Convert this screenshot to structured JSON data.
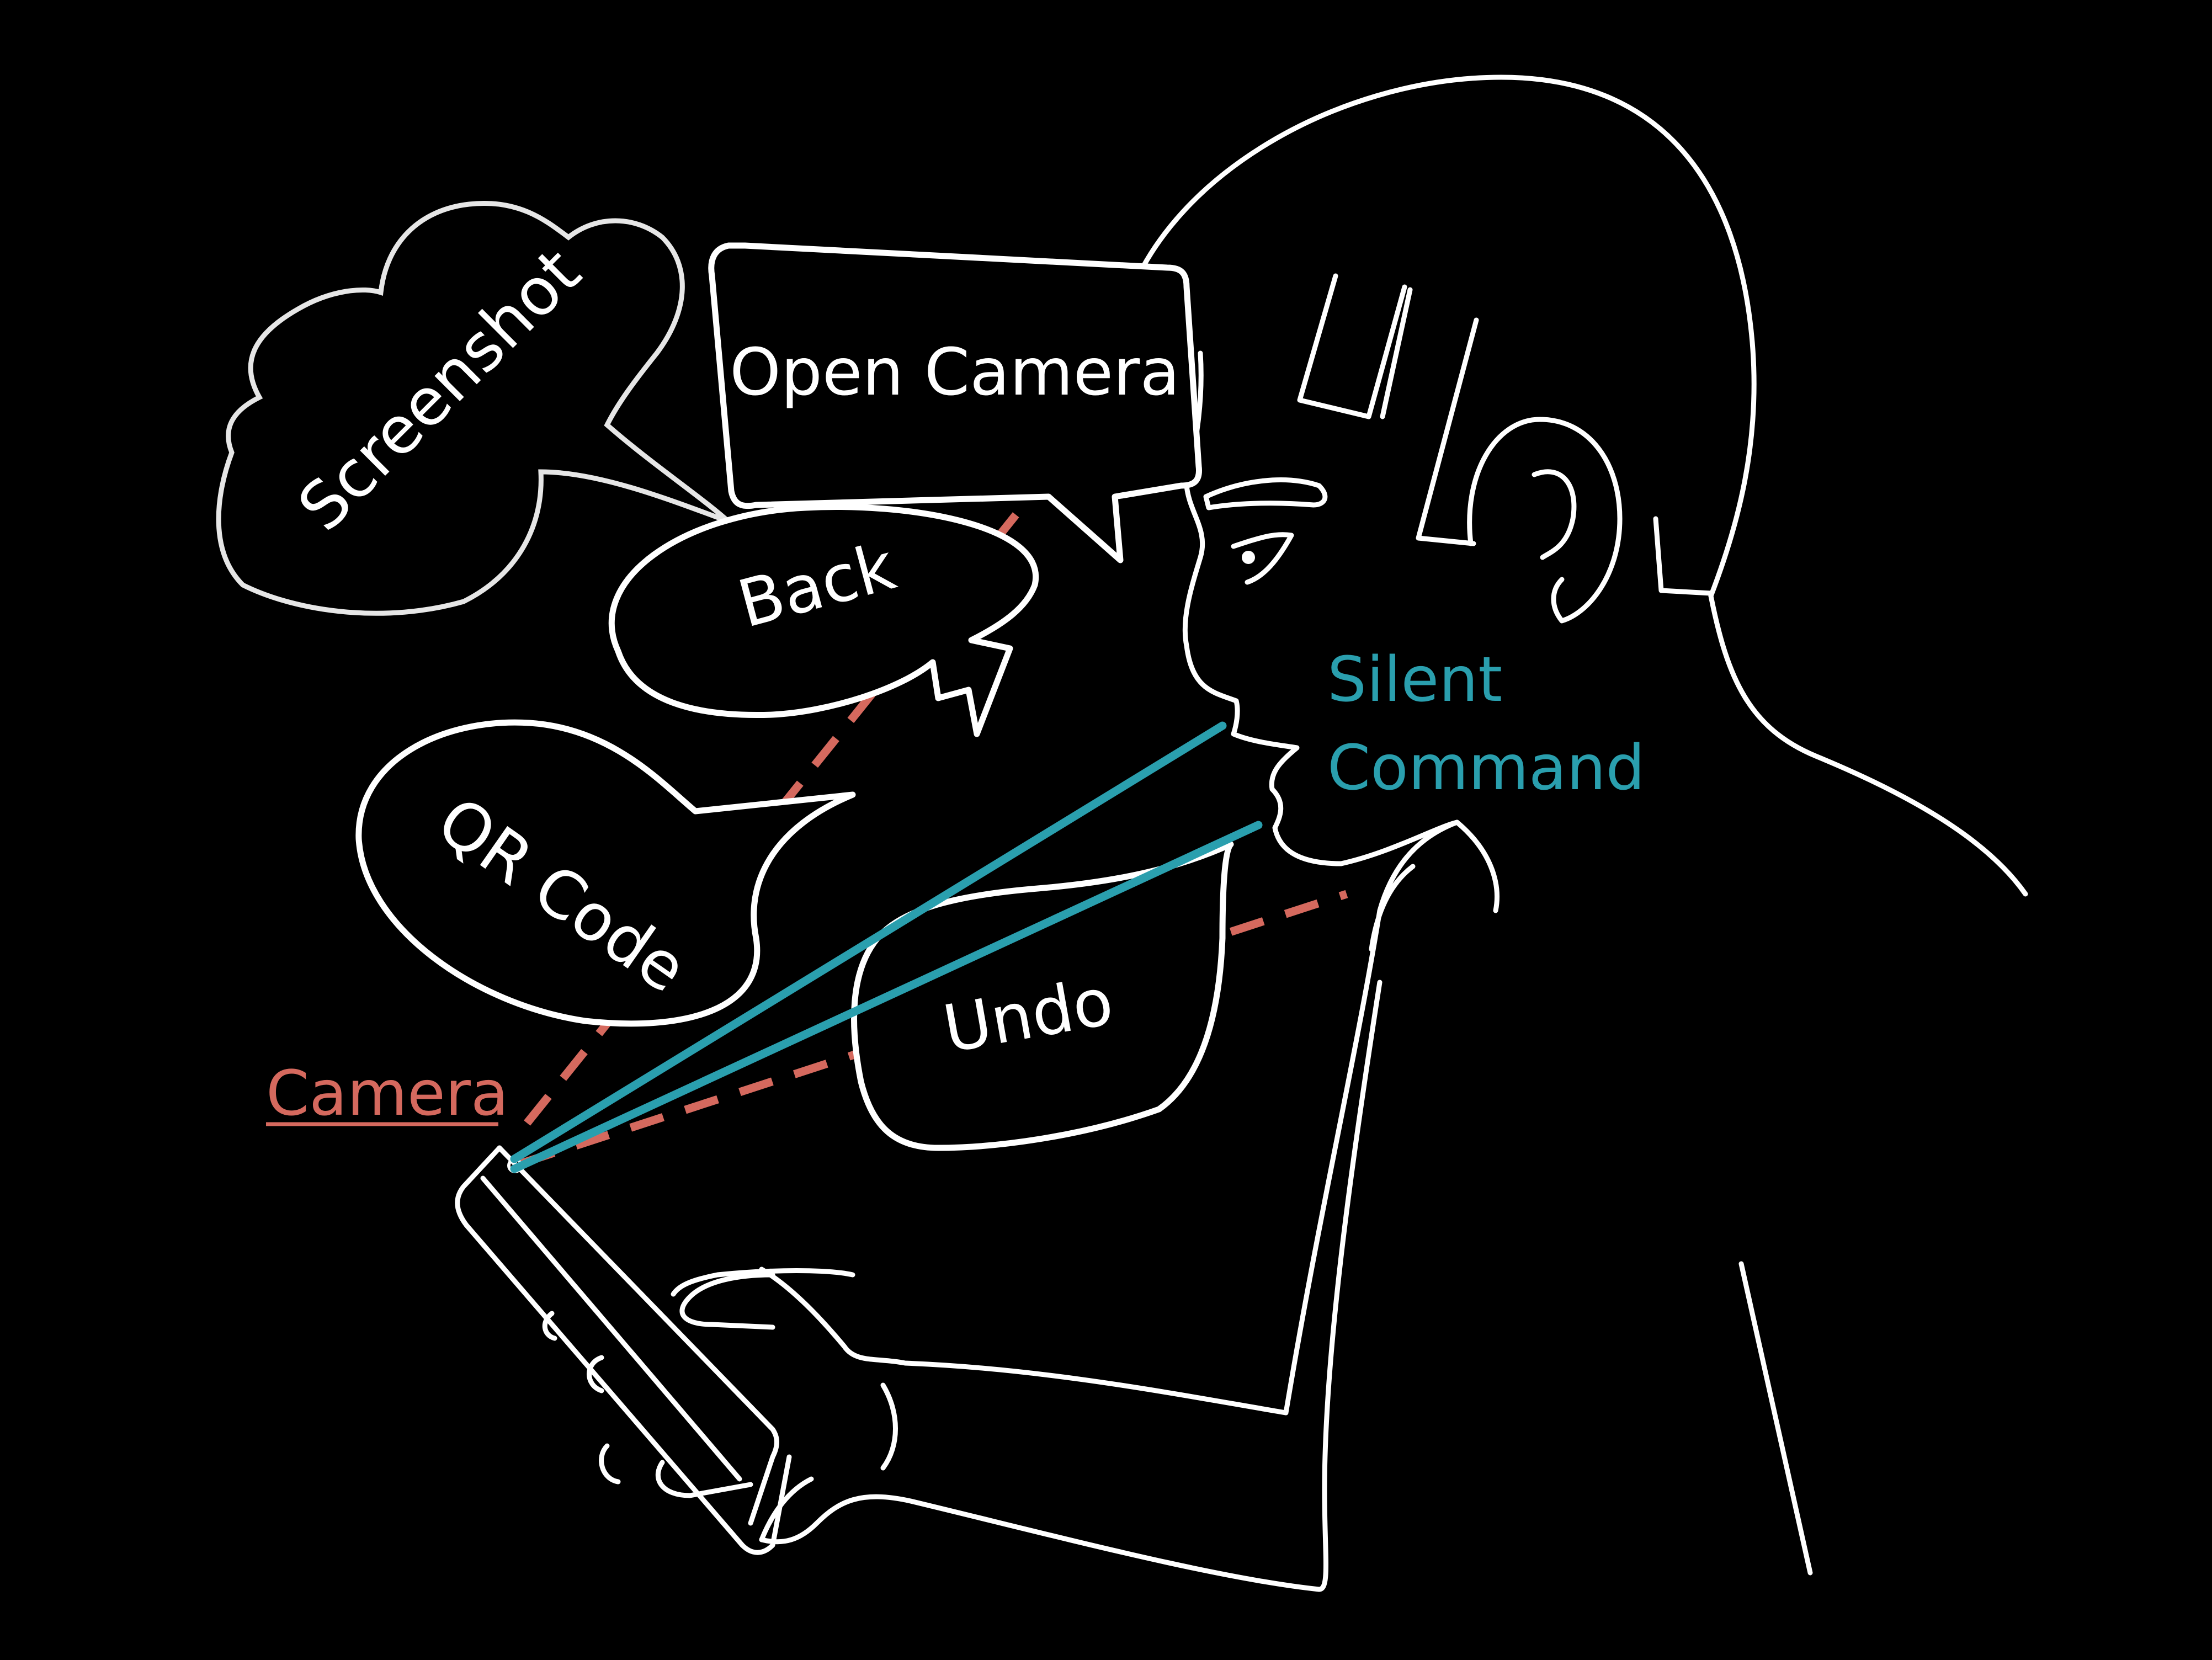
{
  "commands": {
    "screenshot": "Screenshot",
    "open_camera": "Open Camera",
    "back": "Back",
    "qr_code": "QR Code",
    "undo": "Undo"
  },
  "labels": {
    "camera": "Camera",
    "silent_line1": "Silent",
    "silent_line2": "Command"
  },
  "colors": {
    "background": "#000000",
    "outline": "#ffffff",
    "camera_lines": "#d5695e",
    "silent_lines": "#2a9fae"
  }
}
